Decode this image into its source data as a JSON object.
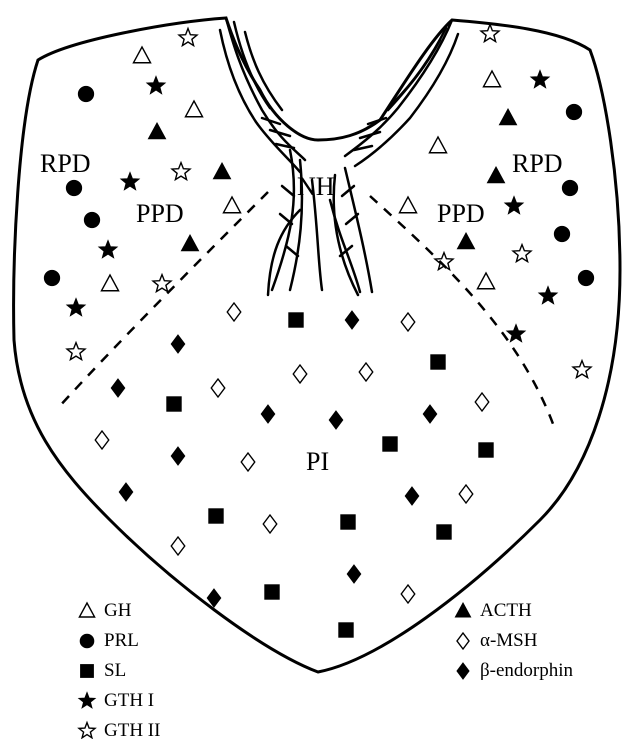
{
  "regions": {
    "rpd_left": "RPD",
    "rpd_right": "RPD",
    "ppd_left": "PPD",
    "ppd_right": "PPD",
    "nh": "NH",
    "pi": "PI"
  },
  "legend": {
    "left": [
      {
        "symbol": "triangle-open",
        "label": "GH"
      },
      {
        "symbol": "circle-filled",
        "label": "PRL"
      },
      {
        "symbol": "square-filled",
        "label": "SL"
      },
      {
        "symbol": "star-filled",
        "label": "GTH I"
      },
      {
        "symbol": "star-open",
        "label": "GTH II"
      }
    ],
    "right": [
      {
        "symbol": "triangle-filled",
        "label": "ACTH"
      },
      {
        "symbol": "diamond-open",
        "label": "α-MSH"
      },
      {
        "symbol": "diamond-filled",
        "label": "β-endorphin"
      }
    ]
  },
  "colors": {
    "ink": "#000000",
    "background": "#ffffff"
  }
}
